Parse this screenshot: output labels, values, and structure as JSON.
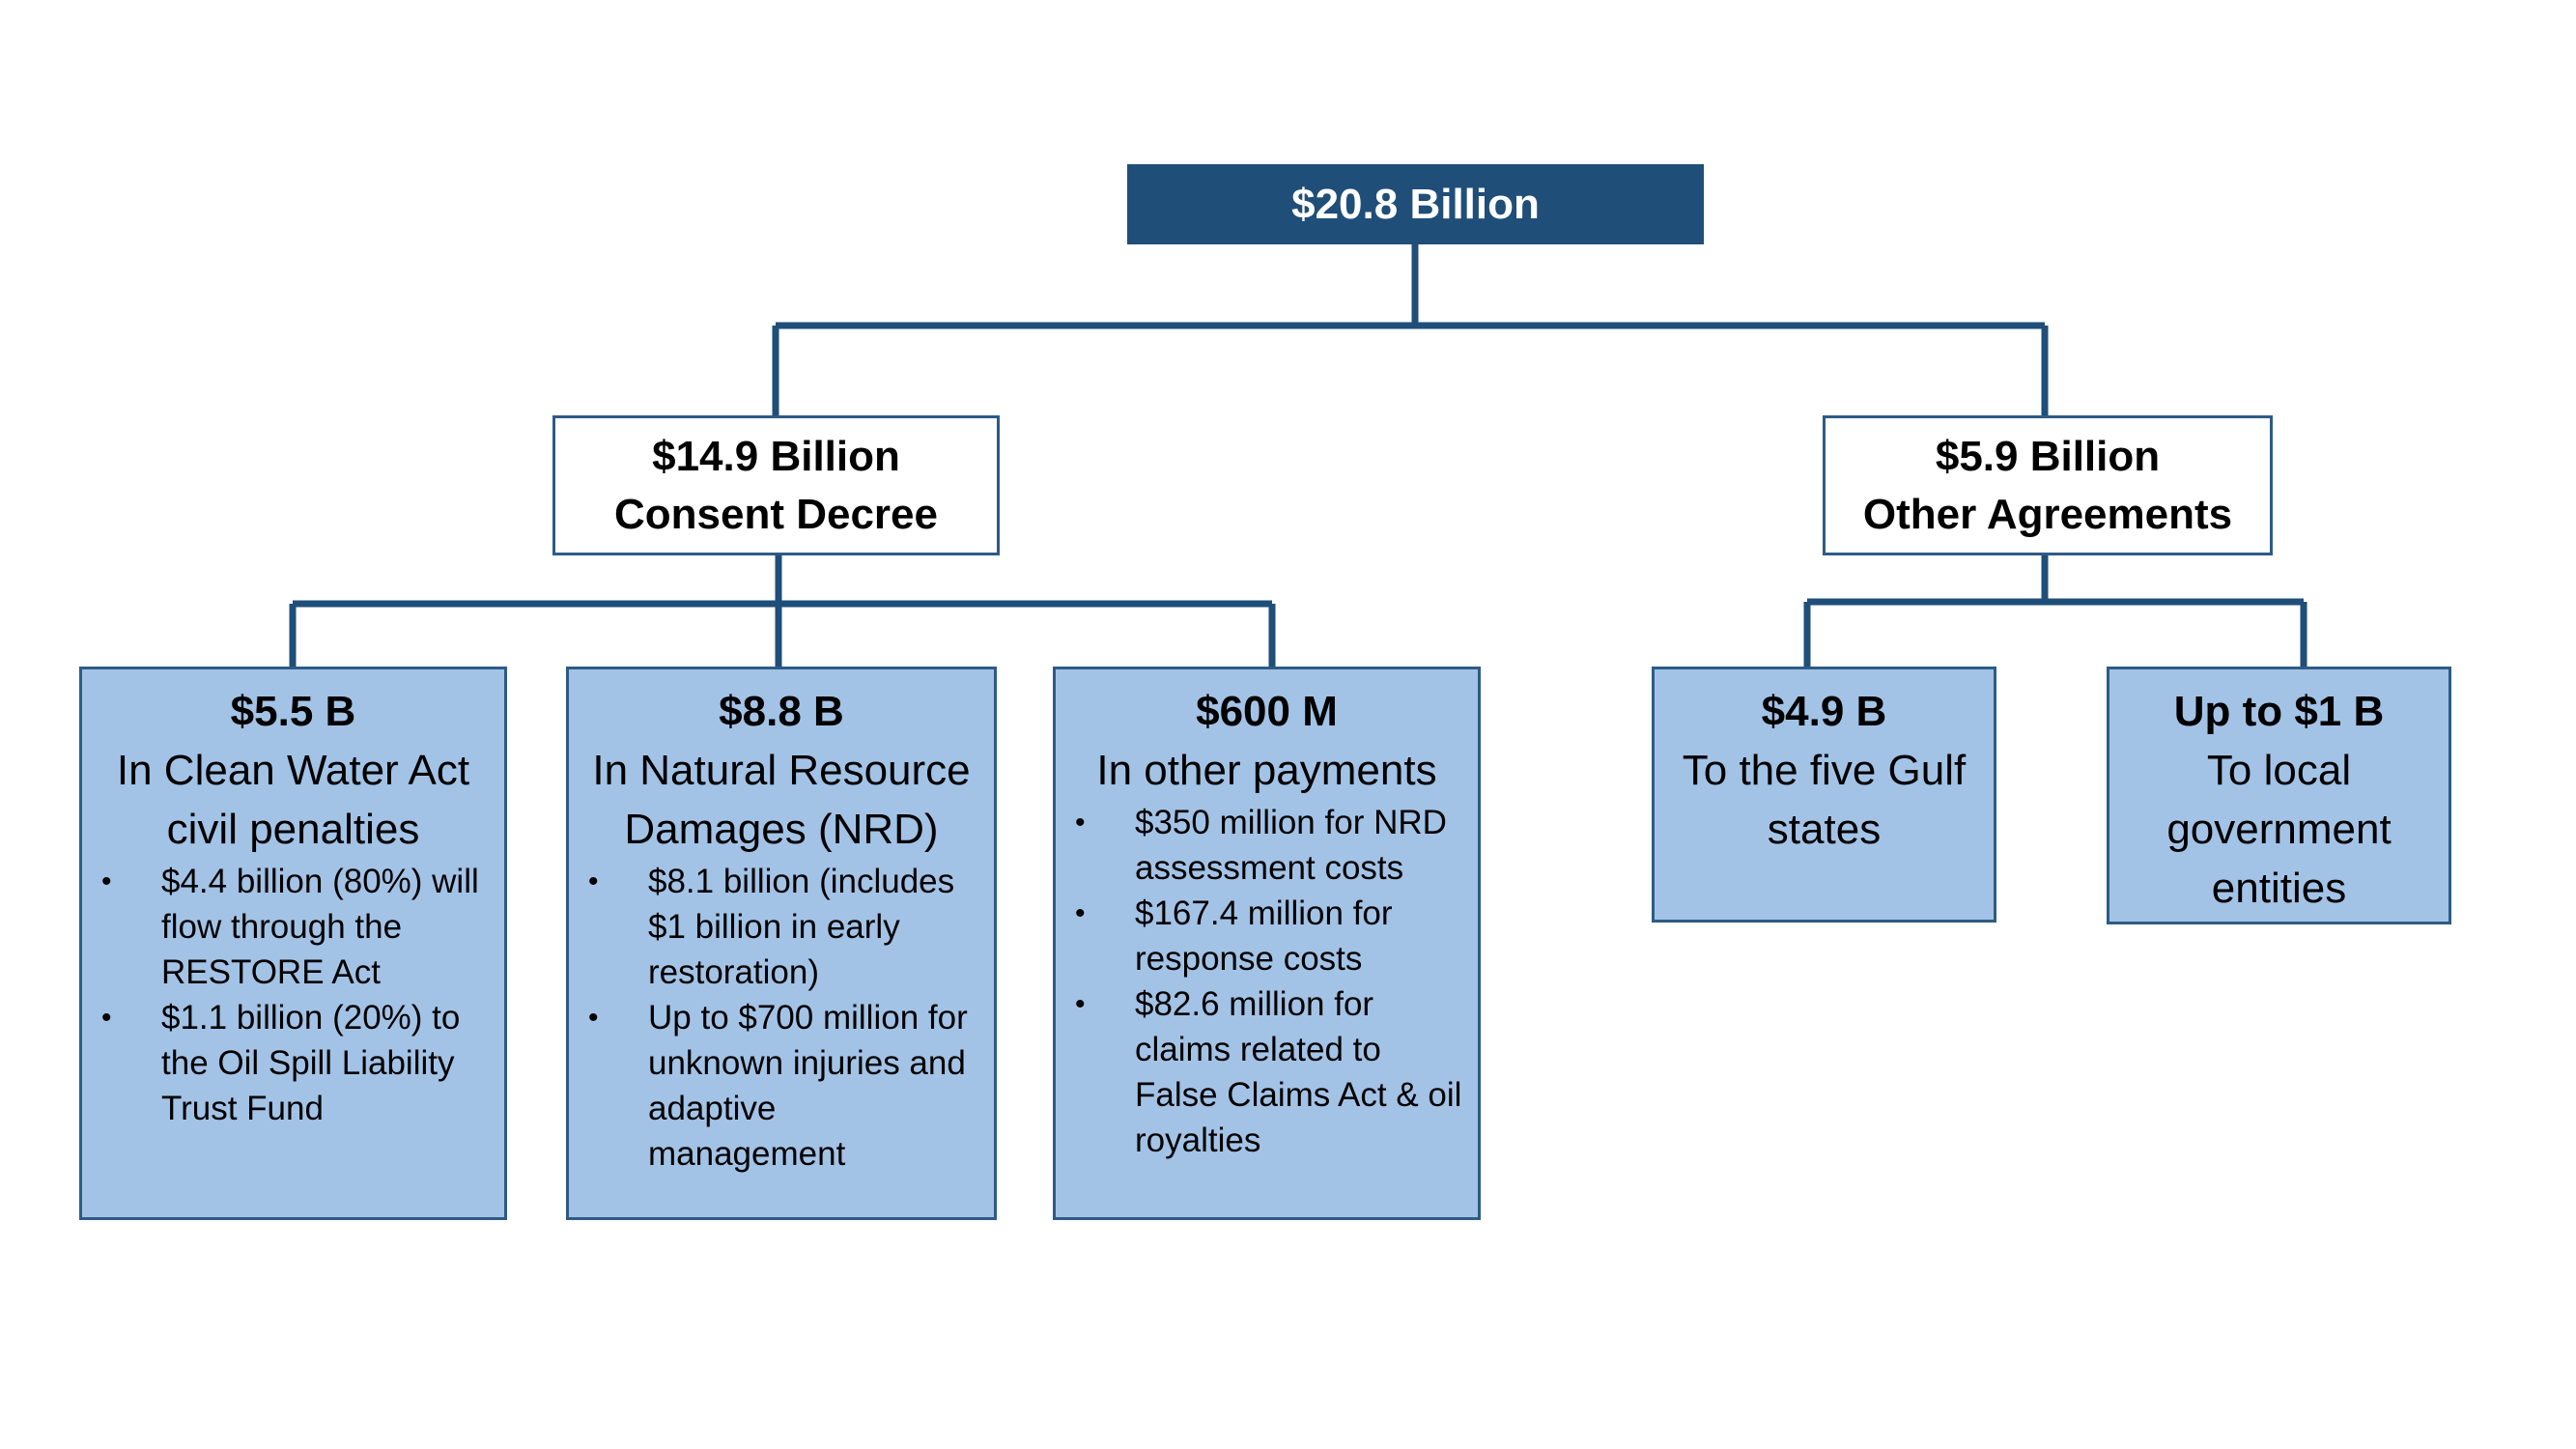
{
  "root": {
    "label": "$20.8 Billion"
  },
  "consent_decree": {
    "amount": "$14.9 Billion",
    "label": "Consent Decree"
  },
  "other_agreements": {
    "amount": "$5.9 Billion",
    "label": "Other Agreements"
  },
  "cwa": {
    "amount": "$5.5 B",
    "desc": "In Clean Water Act civil penalties",
    "bullets": [
      "$4.4 billion (80%) will flow through the RESTORE Act",
      "$1.1 billion (20%) to the Oil Spill Liability Trust Fund"
    ]
  },
  "nrd": {
    "amount": "$8.8 B",
    "desc": "In Natural Resource Damages (NRD)",
    "bullets": [
      "$8.1 billion  (includes $1 billion in early restoration)",
      "Up to $700 million for unknown injuries and adaptive management"
    ]
  },
  "other_payments": {
    "amount": "$600 M",
    "desc": "In other payments",
    "bullets": [
      "$350 million for NRD assessment costs",
      "$167.4 million for response costs",
      "$82.6 million for claims related to False Claims Act & oil royalties"
    ]
  },
  "gulf_states": {
    "amount": "$4.9 B",
    "desc": "To the five Gulf states"
  },
  "local_gov": {
    "amount": "Up to $1 B",
    "desc": "To local government entities"
  },
  "colors": {
    "root_fill": "#1f4e79",
    "leaf_fill": "#a3c3e6",
    "border": "#2e5b85",
    "connector": "#1f4e79"
  }
}
